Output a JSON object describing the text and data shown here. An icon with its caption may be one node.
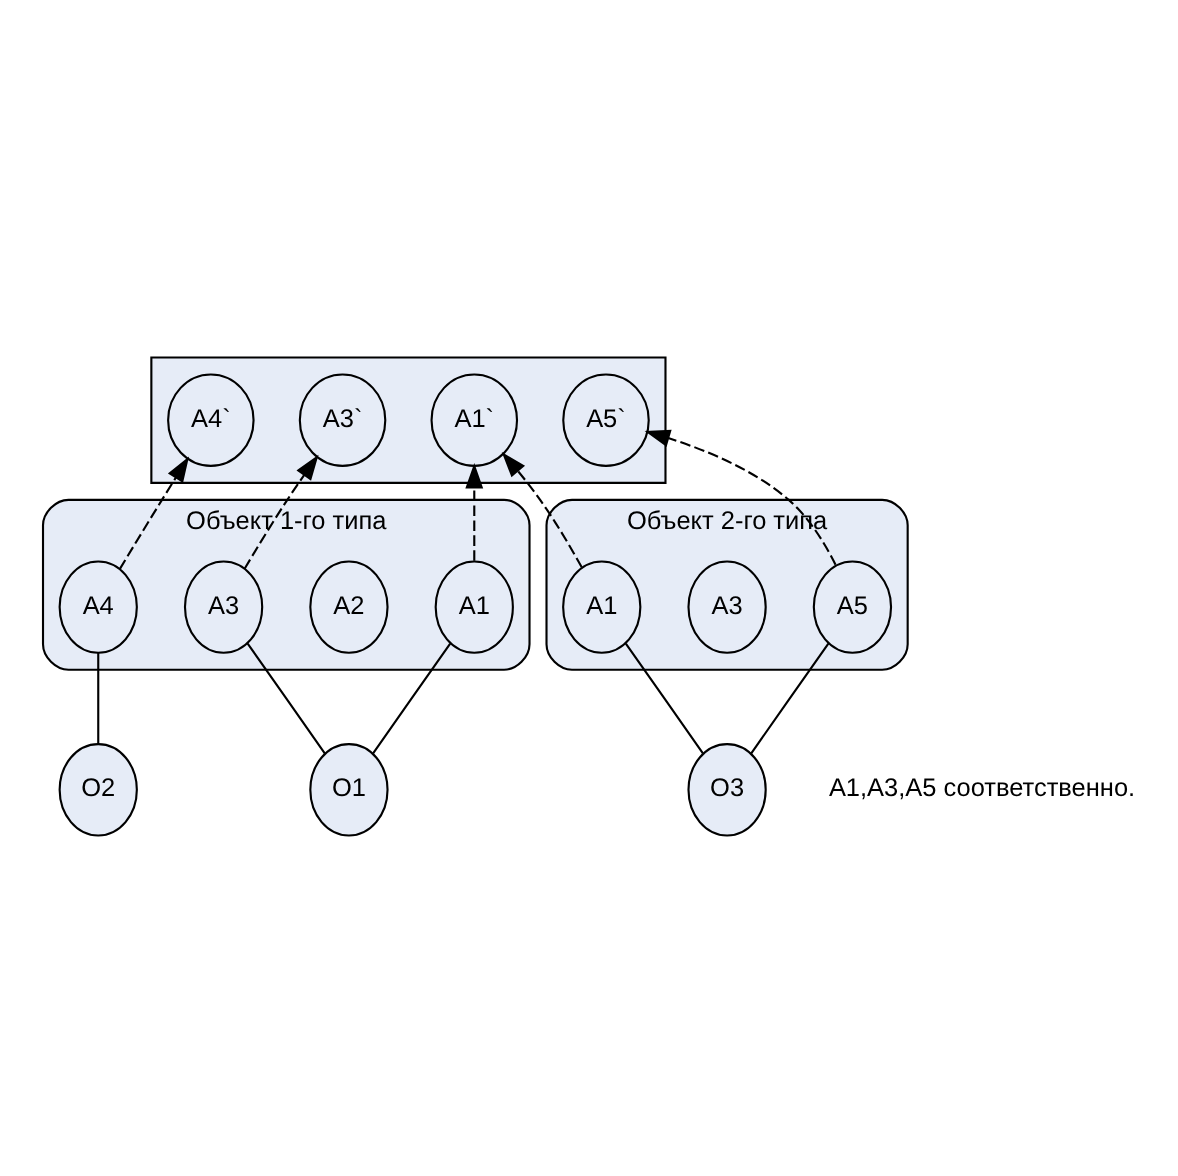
{
  "diagram": {
    "nodes": [
      {
        "text": [],
        "shape": "ellipse"
      },
      {
        "text": [
          "A1`"
        ],
        "in": 0
      },
      {
        "text": [
          "A3`"
        ],
        "in": 0
      },
      {
        "text": [
          "A4`"
        ],
        "in": 0
      },
      {
        "text": [
          "A5`"
        ],
        "in": 0
      },
      {
        "text": [
          "O1"
        ]
      },
      {
        "text": [
          "O2"
        ]
      },
      {
        "text": [
          "O3"
        ]
      },
      {
        "text": [
          "Объект 1-го типа"
        ]
      },
      {
        "text": [
          "A1"
        ],
        "in": 8
      },
      {
        "text": [
          "A2"
        ],
        "in": 8
      },
      {
        "text": [
          "A3"
        ],
        "in": 8
      },
      {
        "text": [
          "A4"
        ],
        "in": 8
      },
      {
        "text": [
          "Объект 2-го типа"
        ]
      },
      {
        "text": [
          "A1"
        ],
        "in": 13
      },
      {
        "text": [
          "A3"
        ],
        "in": 13
      },
      {
        "text": [
          "A5"
        ],
        "in": 13
      }
    ],
    "edges": [
      {
        "from": 5,
        "to": 9,
        "arrow": "none"
      },
      {
        "from": 5,
        "to": 11,
        "arrow": "none"
      },
      {
        "from": 6,
        "to": 12,
        "arrow": "none"
      },
      {
        "from": 7,
        "to": 14,
        "arrow": "none"
      },
      {
        "from": 7,
        "to": 16,
        "arrow": "none"
      },
      {
        "from": 9,
        "to": 1,
        "arrow": "to",
        "style": "dashed"
      },
      {
        "from": 11,
        "to": 2,
        "arrow": "to",
        "style": "dashed"
      },
      {
        "from": 12,
        "to": 3,
        "arrow": "to",
        "style": "dashed"
      },
      {
        "from": 14,
        "to": 1,
        "arrow": "to",
        "style": "dashed"
      },
      {
        "from": 16,
        "to": 4,
        "arrow": "to",
        "style": "dashed"
      }
    ],
    "labels": [
      "А1,А3,А5 соответственно."
    ]
  }
}
